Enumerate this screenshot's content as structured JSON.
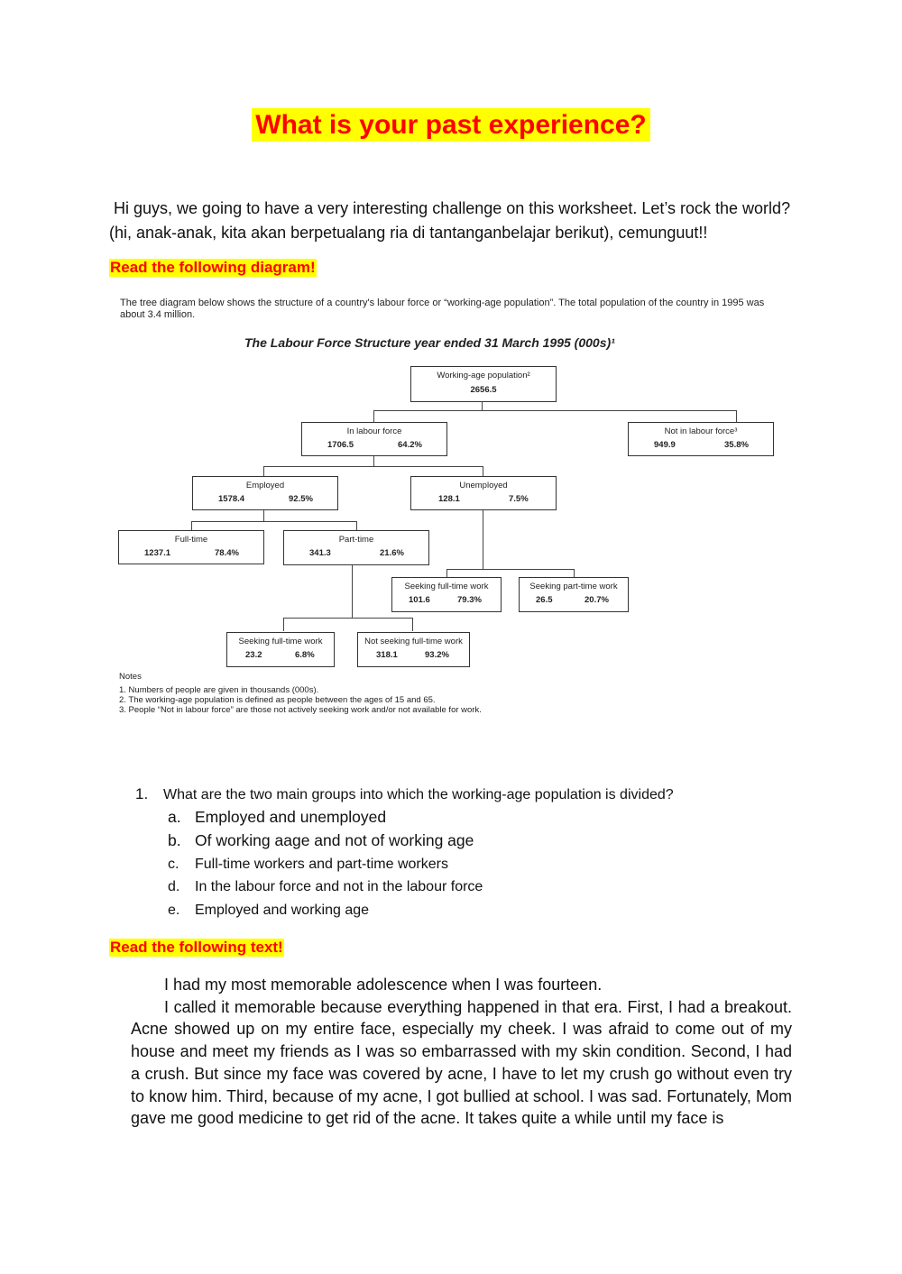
{
  "title": "What is your past experience?",
  "intro_line1": "Hi guys, we going to have a very interesting challenge on this worksheet. Let’s rock the world?",
  "intro_line2": "(hi, anak-anak, kita akan berpetualang ria di tantanganbelajar berikut), cemunguut!!",
  "heading_diagram": "Read the following diagram!",
  "diagram": {
    "intro": "The tree diagram below shows the structure of a country's labour force or “working-age population”. The total population of the country in 1995 was about 3.4 million.",
    "title": "The Labour Force Structure year ended 31 March 1995 (000s)¹",
    "working_age": {
      "label": "Working-age population²",
      "value": "2656.5"
    },
    "in_labour": {
      "label": "In labour force",
      "value": "1706.5",
      "pct": "64.2%"
    },
    "not_labour": {
      "label": "Not in labour force³",
      "value": "949.9",
      "pct": "35.8%"
    },
    "employed": {
      "label": "Employed",
      "value": "1578.4",
      "pct": "92.5%"
    },
    "unemployed": {
      "label": "Unemployed",
      "value": "128.1",
      "pct": "7.5%"
    },
    "fulltime": {
      "label": "Full-time",
      "value": "1237.1",
      "pct": "78.4%"
    },
    "parttime": {
      "label": "Part-time",
      "value": "341.3",
      "pct": "21.6%"
    },
    "seek_ft_unemp": {
      "label": "Seeking full-time work",
      "value": "101.6",
      "pct": "79.3%"
    },
    "seek_pt_unemp": {
      "label": "Seeking part-time work",
      "value": "26.5",
      "pct": "20.7%"
    },
    "seek_ft_pt": {
      "label": "Seeking full-time work",
      "value": "23.2",
      "pct": "6.8%"
    },
    "notseek_ft_pt": {
      "label": "Not seeking full-time work",
      "value": "318.1",
      "pct": "93.2%"
    },
    "notes_title": "Notes",
    "note1": "1. Numbers of people are given in thousands (000s).",
    "note2": "2. The working-age population is defined as people between the ages of 15 and 65.",
    "note3": "3. People “Not in labour force” are those not actively seeking work and/or not available for work."
  },
  "question": {
    "number": "1.",
    "text": "What are the two main groups into which the working-age population is divided?",
    "options": [
      {
        "letter": "a.",
        "text": "Employed and unemployed"
      },
      {
        "letter": "b.",
        "text": "Of working aage and not of working age"
      },
      {
        "letter": "c.",
        "text": "Full-time workers and part-time workers"
      },
      {
        "letter": "d.",
        "text": "In the labour force and not in the labour force"
      },
      {
        "letter": "e.",
        "text": "Employed and working age"
      }
    ]
  },
  "heading_text": "Read the following text!",
  "story": {
    "p1": "I had my most memorable adolescence when I was fourteen.",
    "p2": "I called it memorable because everything happened in that era. First, I had a breakout. Acne showed up on my entire face, especially my cheek. I was afraid to come out of my house and meet my friends as I was so embarrassed with my skin condition. Second, I had a crush. But since my face was covered by acne, I have to let my crush go without even try to know him. Third, because of my acne, I got bullied at school. I was sad. Fortunately, Mom gave me good medicine to get rid of the acne. It takes quite a while until my face is"
  }
}
